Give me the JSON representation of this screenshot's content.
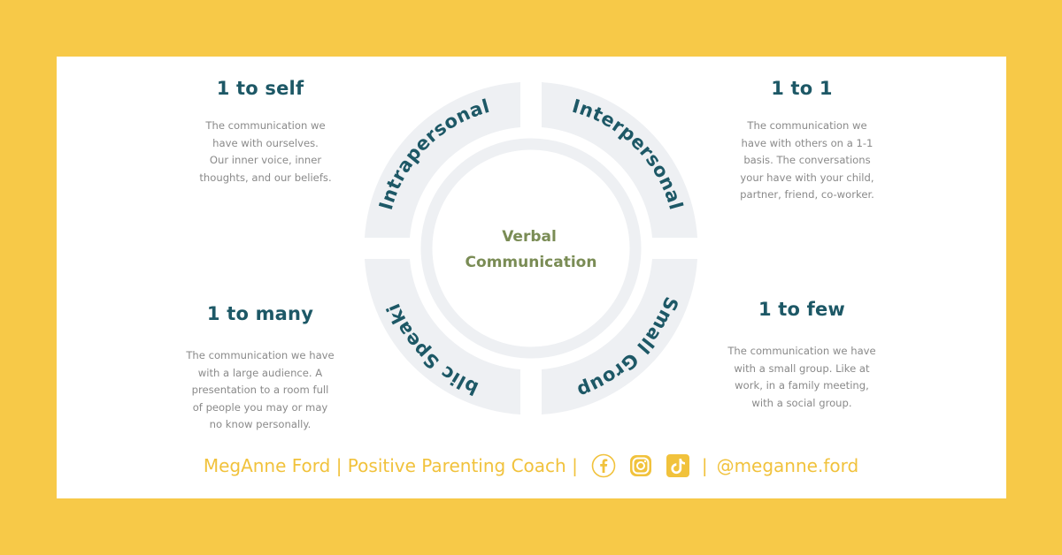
{
  "diagram": {
    "center_line1": "Verbal",
    "center_line2": "Communication",
    "segments": {
      "top_left": "Intrapersonal",
      "top_right": "Interpersonal",
      "bottom_right": "Small Group",
      "bottom_left": "Public Speaking"
    }
  },
  "quadrants": {
    "top_left": {
      "title": "1 to self",
      "lines": [
        "The communication we",
        "have with ourselves.",
        "Our inner voice, inner",
        "thoughts, and our beliefs."
      ]
    },
    "top_right": {
      "title": "1 to 1",
      "lines": [
        "The communication we",
        "have with others on a 1-1",
        "basis. The conversations",
        "your have with your child,",
        "partner, friend, co-worker."
      ]
    },
    "bottom_left": {
      "title": "1 to many",
      "lines": [
        "The communication we have",
        "with a large audience. A",
        "presentation to a room full",
        "of people you may or may",
        "no know personally."
      ]
    },
    "bottom_right": {
      "title": "1 to few",
      "lines": [
        "The communication we have",
        "with a small group. Like at",
        "work, in a family meeting,",
        "with a social group."
      ]
    }
  },
  "footer": {
    "brand": "MegAnne Ford | Positive Parenting Coach |",
    "separator": "|",
    "handle": "@meganne.ford",
    "icons": [
      "facebook-icon",
      "instagram-icon",
      "tiktok-icon"
    ]
  },
  "colors": {
    "background": "#f7c948",
    "card": "#ffffff",
    "title": "#1d5866",
    "center_text": "#7a8c55",
    "ring": "#eef0f3",
    "footer": "#f1c23c"
  }
}
